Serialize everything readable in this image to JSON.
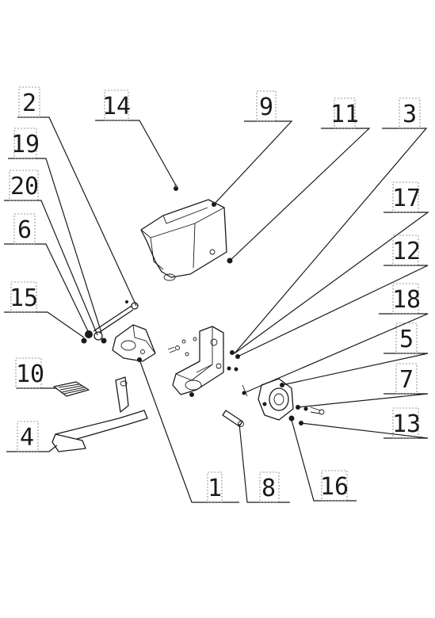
{
  "callouts": [
    {
      "id": "c2",
      "label": "2"
    },
    {
      "id": "c19",
      "label": "19"
    },
    {
      "id": "c20",
      "label": "20"
    },
    {
      "id": "c6",
      "label": "6"
    },
    {
      "id": "c15",
      "label": "15"
    },
    {
      "id": "c10",
      "label": "10"
    },
    {
      "id": "c4",
      "label": "4"
    },
    {
      "id": "c14",
      "label": "14"
    },
    {
      "id": "c9",
      "label": "9"
    },
    {
      "id": "c11",
      "label": "11"
    },
    {
      "id": "c3",
      "label": "3"
    },
    {
      "id": "c17",
      "label": "17"
    },
    {
      "id": "c12",
      "label": "12"
    },
    {
      "id": "c18",
      "label": "18"
    },
    {
      "id": "c5",
      "label": "5"
    },
    {
      "id": "c7",
      "label": "7"
    },
    {
      "id": "c13",
      "label": "13"
    },
    {
      "id": "c1",
      "label": "1"
    },
    {
      "id": "c8",
      "label": "8"
    },
    {
      "id": "c16",
      "label": "16"
    }
  ],
  "colors": {
    "ink": "#1a1a1a",
    "background": "#ffffff"
  }
}
